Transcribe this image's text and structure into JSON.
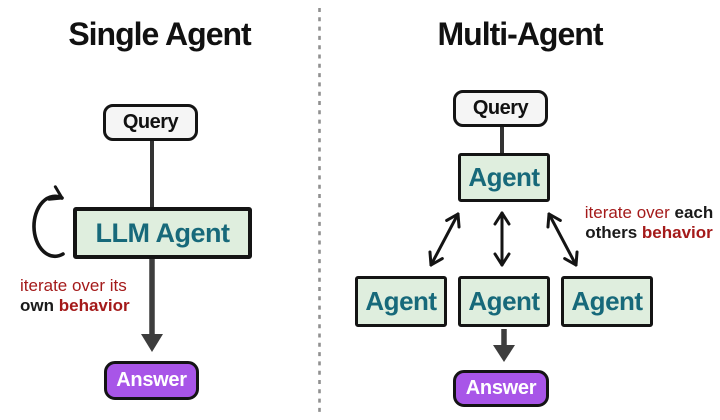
{
  "panels": {
    "single": {
      "title": "Single Agent",
      "query_label": "Query",
      "agent_label": "LLM Agent",
      "answer_label": "Answer",
      "caption": {
        "line1_red": "iterate over its",
        "line2_black_bold": "own",
        "line2_red_bold": "behavior"
      }
    },
    "multi": {
      "title": "Multi-Agent",
      "query_label": "Query",
      "coordinator_label": "Agent",
      "workers": [
        {
          "label": "Agent"
        },
        {
          "label": "Agent"
        },
        {
          "label": "Agent"
        }
      ],
      "answer_label": "Answer",
      "caption": {
        "line1_red": "iterate over",
        "line1_black_bold": "each",
        "line2_black_bold": "others",
        "line2_red_bold": "behavior"
      }
    }
  },
  "colors": {
    "agent_box_bg": "#dfeede",
    "agent_box_text": "#17697a",
    "query_box_bg": "#f5f5f5",
    "answer_box_bg": "#a855e8",
    "answer_box_text": "#ffffff",
    "caption_red": "#a41a1a",
    "caption_black": "#1a1a1a",
    "box_outline": "#141414",
    "thick_arrow": "#3d3d3d",
    "thin_arrow": "#141414",
    "divider": "#909090"
  }
}
